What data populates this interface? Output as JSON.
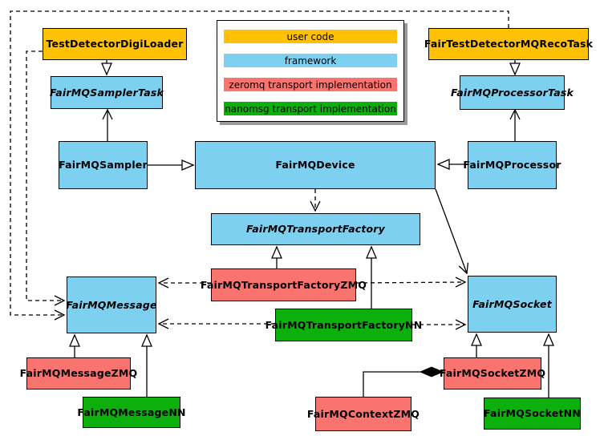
{
  "diagram": {
    "kind": "uml-class-diagram",
    "subject": "FairMQ framework classes and transport implementations"
  },
  "colors": {
    "user_code": "#FFC107",
    "framework": "#7DD0F0",
    "zeromq": "#F9746E",
    "nanomsg": "#0CAF0C",
    "border": "#000000",
    "line": "#000000",
    "background": "#FFFFFF"
  },
  "legend": {
    "items": [
      {
        "label": "user code",
        "color_key": "user_code"
      },
      {
        "label": "framework",
        "color_key": "framework"
      },
      {
        "label": "zeromq transport implementation",
        "color_key": "zeromq"
      },
      {
        "label": "nanomsg transport implementation",
        "color_key": "nanomsg"
      }
    ]
  },
  "nodes": [
    {
      "label": "TestDetectorDigiLoader",
      "category": "user_code",
      "abstract": false
    },
    {
      "label": "FairTestDetectorMQRecoTask",
      "category": "user_code",
      "abstract": false
    },
    {
      "label": "FairMQSamplerTask",
      "category": "framework",
      "abstract": true
    },
    {
      "label": "FairMQProcessorTask",
      "category": "framework",
      "abstract": true
    },
    {
      "label": "FairMQSampler",
      "category": "framework",
      "abstract": false
    },
    {
      "label": "FairMQDevice",
      "category": "framework",
      "abstract": false
    },
    {
      "label": "FairMQProcessor",
      "category": "framework",
      "abstract": false
    },
    {
      "label": "FairMQTransportFactory",
      "category": "framework",
      "abstract": true
    },
    {
      "label": "FairMQTransportFactoryZMQ",
      "category": "zeromq",
      "abstract": false
    },
    {
      "label": "FairMQTransportFactoryNN",
      "category": "nanomsg",
      "abstract": false
    },
    {
      "label": "FairMQMessage",
      "category": "framework",
      "abstract": true
    },
    {
      "label": "FairMQSocket",
      "category": "framework",
      "abstract": true
    },
    {
      "label": "FairMQMessageZMQ",
      "category": "zeromq",
      "abstract": false
    },
    {
      "label": "FairMQMessageNN",
      "category": "nanomsg",
      "abstract": false
    },
    {
      "label": "FairMQSocketZMQ",
      "category": "zeromq",
      "abstract": false
    },
    {
      "label": "FairMQContextZMQ",
      "category": "zeromq",
      "abstract": false
    },
    {
      "label": "FairMQSocketNN",
      "category": "nanomsg",
      "abstract": false
    }
  ],
  "edges": [
    {
      "type": "inheritance",
      "from": "TestDetectorDigiLoader",
      "to": "FairMQSamplerTask"
    },
    {
      "type": "inheritance",
      "from": "FairTestDetectorMQRecoTask",
      "to": "FairMQProcessorTask"
    },
    {
      "type": "inheritance",
      "from": "FairMQSampler",
      "to": "FairMQDevice"
    },
    {
      "type": "inheritance",
      "from": "FairMQProcessor",
      "to": "FairMQDevice"
    },
    {
      "type": "inheritance",
      "from": "FairMQTransportFactoryZMQ",
      "to": "FairMQTransportFactory"
    },
    {
      "type": "inheritance",
      "from": "FairMQTransportFactoryNN",
      "to": "FairMQTransportFactory"
    },
    {
      "type": "inheritance",
      "from": "FairMQMessageZMQ",
      "to": "FairMQMessage"
    },
    {
      "type": "inheritance",
      "from": "FairMQMessageNN",
      "to": "FairMQMessage"
    },
    {
      "type": "inheritance",
      "from": "FairMQSocketZMQ",
      "to": "FairMQSocket"
    },
    {
      "type": "inheritance",
      "from": "FairMQSocketNN",
      "to": "FairMQSocket"
    },
    {
      "type": "association",
      "from": "FairMQSampler",
      "to": "FairMQSamplerTask"
    },
    {
      "type": "association",
      "from": "FairMQProcessor",
      "to": "FairMQProcessorTask"
    },
    {
      "type": "association",
      "from": "FairMQDevice",
      "to": "FairMQSocket"
    },
    {
      "type": "composition",
      "owner": "FairMQSocketZMQ",
      "part": "FairMQContextZMQ"
    },
    {
      "type": "dependency",
      "from": "FairMQDevice",
      "to": "FairMQTransportFactory"
    },
    {
      "type": "dependency",
      "from": "TestDetectorDigiLoader",
      "to": "FairMQMessage"
    },
    {
      "type": "dependency",
      "from": "FairTestDetectorMQRecoTask",
      "to": "FairMQMessage"
    },
    {
      "type": "dependency",
      "from": "FairMQTransportFactoryZMQ",
      "to": "FairMQMessage"
    },
    {
      "type": "dependency",
      "from": "FairMQTransportFactoryZMQ",
      "to": "FairMQSocket"
    },
    {
      "type": "dependency",
      "from": "FairMQTransportFactoryNN",
      "to": "FairMQMessage"
    },
    {
      "type": "dependency",
      "from": "FairMQTransportFactoryNN",
      "to": "FairMQSocket"
    }
  ]
}
